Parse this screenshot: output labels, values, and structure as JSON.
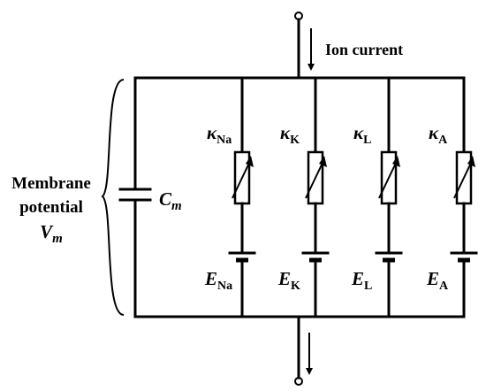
{
  "ion_current_label": "Ion current",
  "membrane_label": [
    "Membrane",
    "potential"
  ],
  "vm": {
    "main": "V",
    "sub": "m"
  },
  "capacitor": {
    "main": "C",
    "sub": "m"
  },
  "channels": [
    {
      "id": "na",
      "kappa": "κ",
      "kappa_sub": "Na",
      "e": "E",
      "e_sub": "Na"
    },
    {
      "id": "k",
      "kappa": "κ",
      "kappa_sub": "K",
      "e": "E",
      "e_sub": "K"
    },
    {
      "id": "l",
      "kappa": "κ",
      "kappa_sub": "L",
      "e": "E",
      "e_sub": "L"
    },
    {
      "id": "a",
      "kappa": "κ",
      "kappa_sub": "A",
      "e": "E",
      "e_sub": "A"
    }
  ]
}
